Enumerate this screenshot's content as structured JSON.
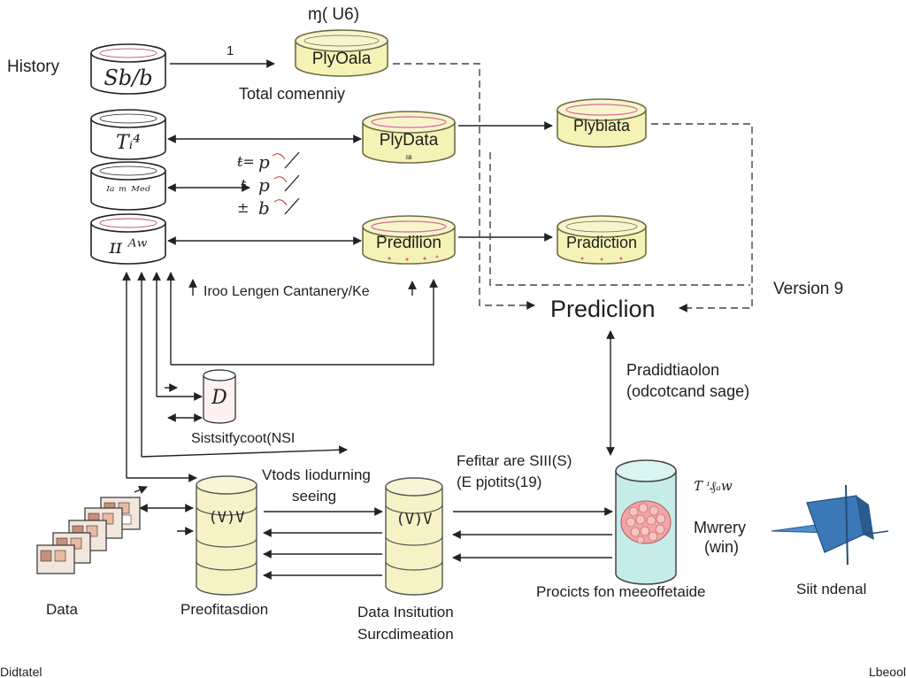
{
  "labels": {
    "history": "History",
    "top_title": "ɱ( U6)",
    "total": "Total comenniy",
    "version": "Version 9",
    "prediction_main": "Prediclion",
    "pred_stage_1": "Pradidtiaolon",
    "pred_stage_2": "(odcotcand sage)",
    "mid_annotation": "Iroo Lengen Cantanery/Ke",
    "sensitivity": "Sistsitfycoot(NSI",
    "feature_1": "Fefitar are SIII(S)",
    "feature_2": "(E pjotits(19)",
    "stage_1": "Vtods Iiodurning",
    "stage_2": "seeing",
    "mwrery_1": "Mwrery",
    "mwrery_2": "(win)",
    "projects": "Procicts fon meeoffetaide",
    "siit": "Siit ndenal",
    "data": "Data",
    "prediction_storage": "Preofitasdion",
    "data_inst_1": "Data Insitution",
    "data_inst_2": "Surcdimeation",
    "corner_left": "Didtatel",
    "corner_right": "Lbeool",
    "arrow_label_1": "1",
    "small_mark": "Ƭ ᶦ₰ₐw",
    "letters_left": [
      "ŧ=",
      "ŧ",
      "±"
    ],
    "letters_right": [
      "p",
      "p",
      "b"
    ]
  },
  "cylinders": {
    "history_db": "Sb/b",
    "db_two": "Tᵢ⁴",
    "db_three": "ᴵᵃ ᵐ ᴹᵉᵈ",
    "db_four": "ɪɪ ᴬʷ",
    "pydata_top": "PlyOala",
    "pydata_mid": "PlyData",
    "pydata_mid_sub": "ᵟᴮ",
    "pydata_right": "Plyblata",
    "prediction_mid": "Predilion",
    "prediction_right": "Pradiction",
    "small_doc": "D",
    "stack_one": "(V)V",
    "stack_two": "(V)V"
  },
  "colors": {
    "cream": "#f5f2b5",
    "cream_stroke": "#6f6b45",
    "pink": "#d96a9b",
    "teal": "#c5ece8",
    "blue": "#4f8fcf"
  },
  "icons": [
    "database-icon",
    "folders-icon",
    "neural-blob-icon",
    "satellite-icon"
  ]
}
